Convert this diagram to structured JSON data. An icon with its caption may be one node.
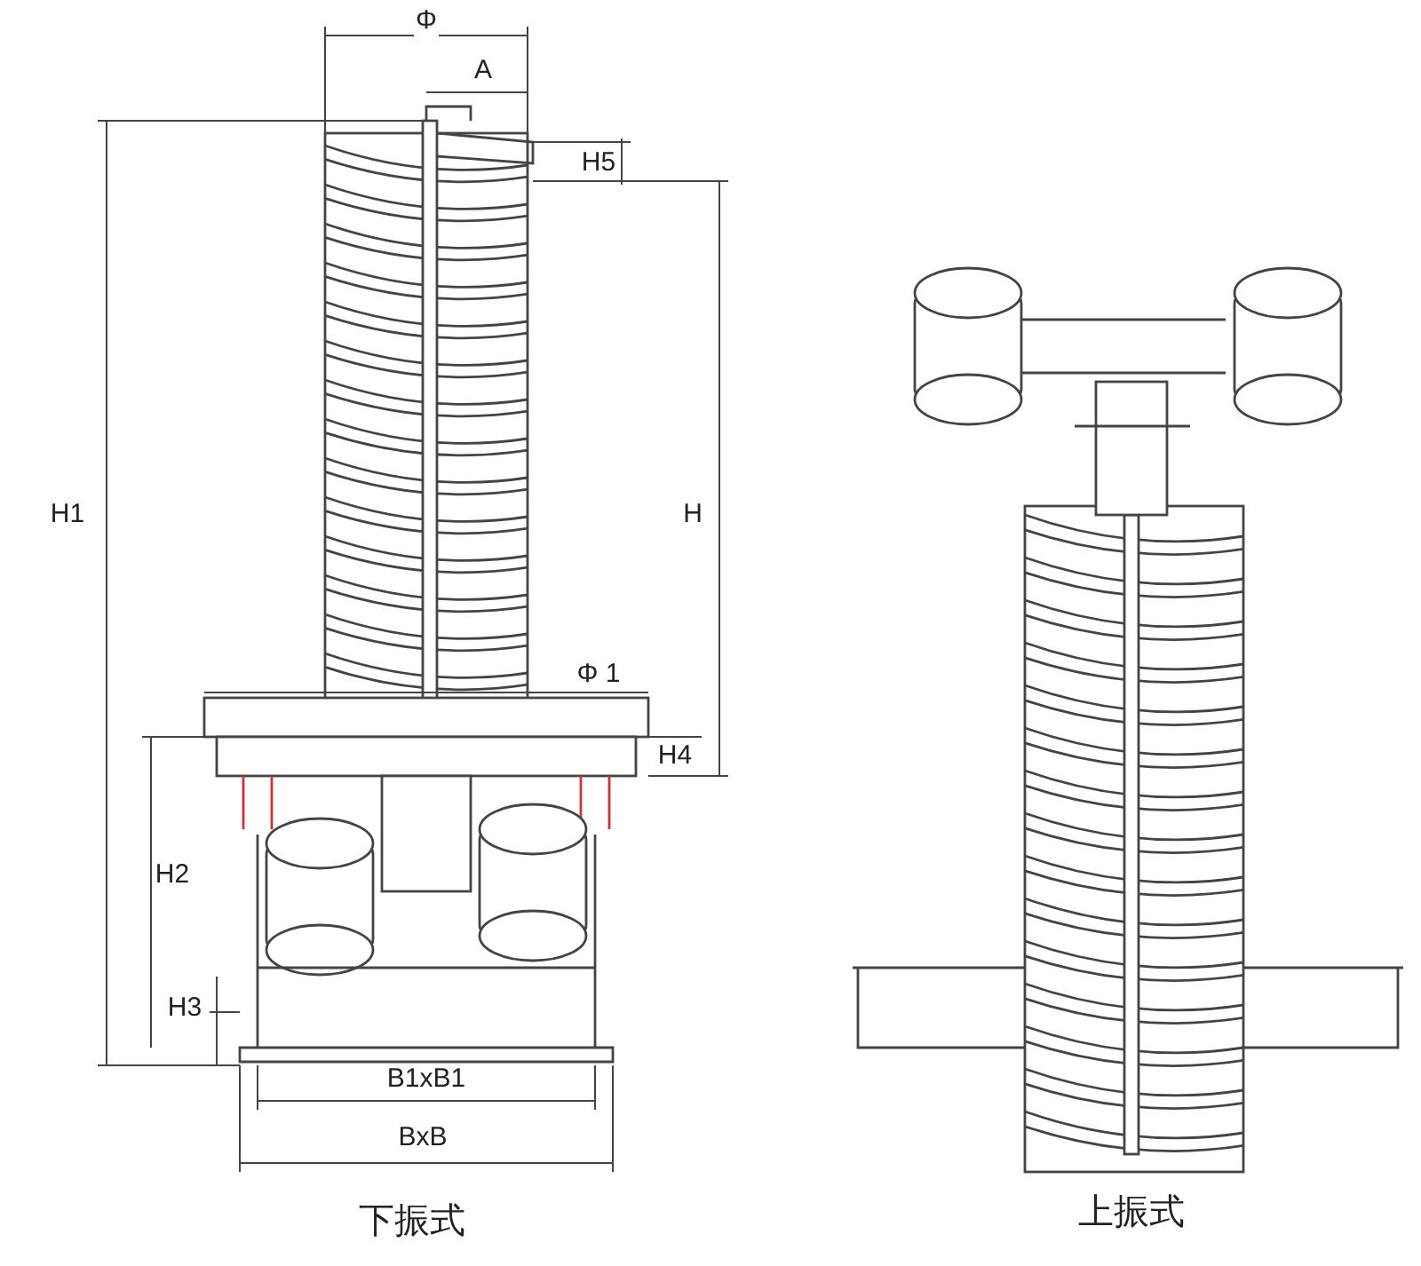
{
  "diagram": {
    "labels": [
      "Φ",
      "A",
      "H5",
      "H1",
      "H",
      "Φ 1",
      "H4",
      "H2",
      "H3",
      "B1xB1",
      "BxB",
      "下振式",
      "上振式"
    ]
  }
}
